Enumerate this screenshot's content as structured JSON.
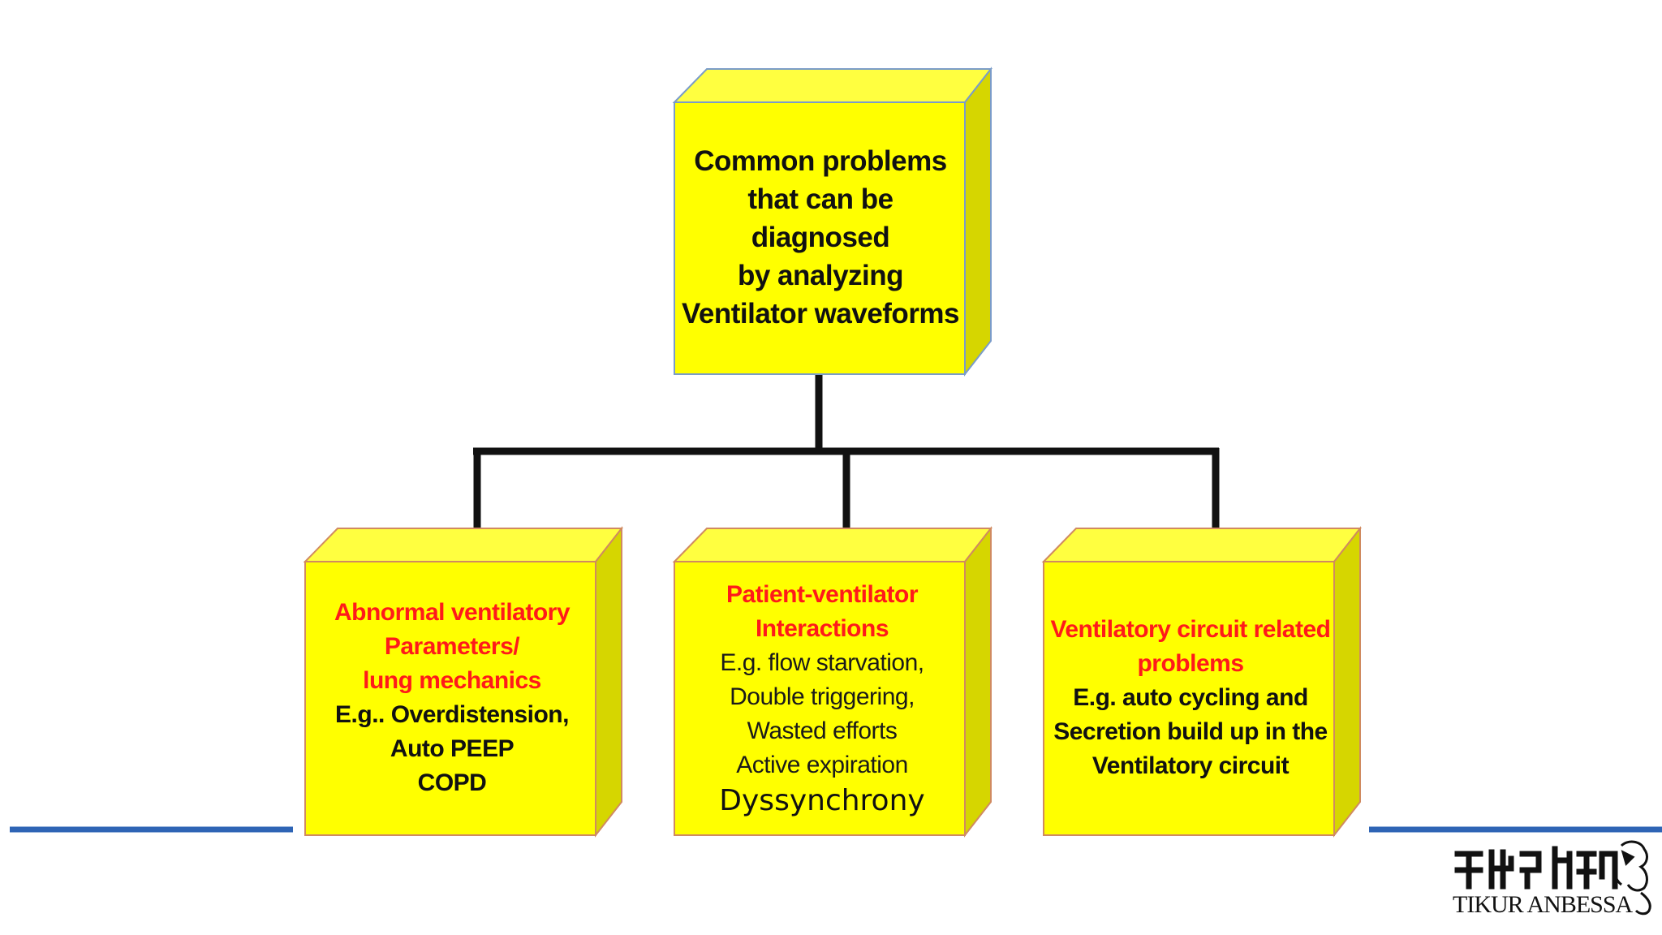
{
  "diagram": {
    "root": {
      "lines": [
        "Common problems",
        "that can be diagnosed",
        "by analyzing",
        "Ventilator waveforms"
      ]
    },
    "children": [
      {
        "heading": [
          "Abnormal ventilatory",
          "Parameters/",
          "lung mechanics"
        ],
        "body": [
          "E.g.. Overdistension,",
          "Auto PEEP",
          "COPD"
        ]
      },
      {
        "heading": [
          "Patient-ventilator",
          "Interactions"
        ],
        "body": [
          "E.g. flow starvation,",
          "Double triggering,",
          "Wasted efforts",
          "Active expiration"
        ],
        "extra": "Dyssynchrony"
      },
      {
        "heading": [
          "Ventilatory circuit related",
          "problems"
        ],
        "body": [
          "E.g. auto cycling and",
          "Secretion build up in the",
          "Ventilatory circuit"
        ]
      }
    ]
  },
  "logo": {
    "text": "TIKUR ANBESSA",
    "amharic": "ጥቁር አንበሳ"
  },
  "colors": {
    "box_face": "#ffff00",
    "box_side": "#d4d400",
    "box_top": "#ffff33",
    "heading_red": "#ff1a1a",
    "rule_blue": "#2e64b5",
    "connector": "#111111"
  }
}
